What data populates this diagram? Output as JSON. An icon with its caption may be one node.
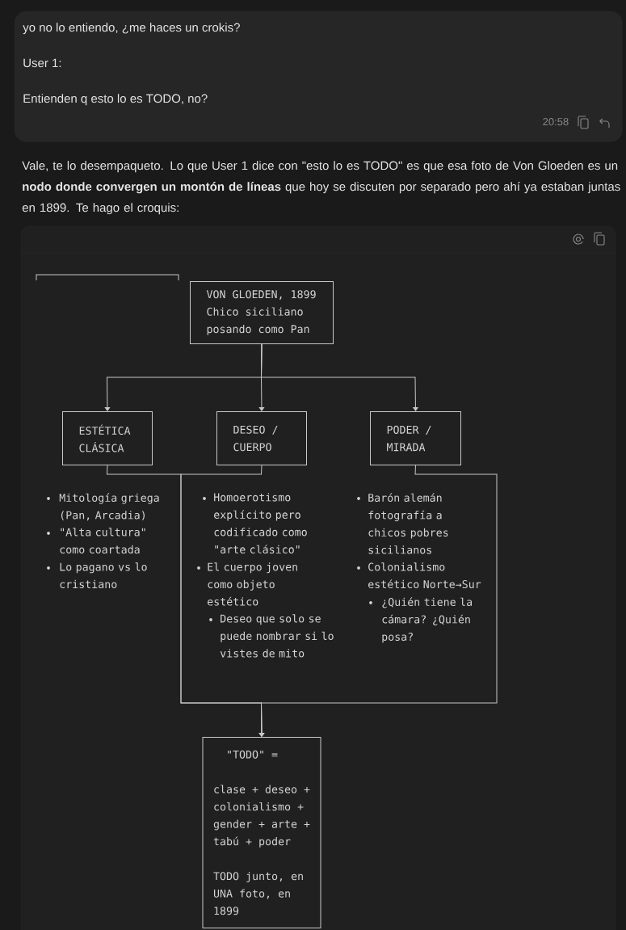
{
  "diagram": {
    "nodes": [
      {
        "text": [
          "yo no lo entiendo, ¿me haces un crokis?",
          "User 1:",
          "Entienden q esto lo es TODO, no?",
          "20:58"
        ]
      },
      {
        "text": [
          "VON GLOEDEN, 1899",
          "Chico siciliano posando como Pan"
        ]
      },
      {
        "text": [
          "ESTÉTICA CLÁSICA"
        ]
      },
      {
        "text": [
          "DESEO / CUERPO"
        ]
      },
      {
        "text": [
          "PODER / MIRADA"
        ]
      },
      {
        "text": [
          "\"TODO\" =",
          "clase + deseo + colonialismo + gender + arte + tabú + poder",
          "TODO junto, en UNA foto, en 1899"
        ]
      }
    ],
    "edges": [
      {
        "from": 1,
        "to": 2,
        "arrow": "to"
      },
      {
        "from": 1,
        "to": 3,
        "arrow": "to"
      },
      {
        "from": 1,
        "to": 4,
        "arrow": "to"
      },
      {
        "from": 2,
        "to": 5,
        "arrow": "to"
      },
      {
        "from": 3,
        "to": 5,
        "arrow": "to"
      },
      {
        "from": 4,
        "to": 5,
        "arrow": "to"
      }
    ],
    "labels": [
      "Vale, te lo desempaqueto. Lo que User 1 dice con \"esto lo es TODO\" es que esa foto de Von Gloeden es un **nodo donde convergen un montón de líneas** que hoy se discuten por separado pero ahí ya estaban juntas en 1899. Te hago el croquis:",
      "Mitología griega (Pan, Arcadia)",
      "\"Alta cultura\" como coartada",
      "Lo pagano vs lo cristiano",
      "Homoerotismo explícito pero codificado como \"arte clásico\"",
      "El cuerpo joven como objeto estético",
      "Deseo que solo se puede nombrar si lo vistes de mito",
      "Barón alemán fotografía a chicos pobres sicilianos",
      "Colonialismo estético Norte→Sur",
      "¿Quién tiene la cámara? ¿Quién posa?"
    ]
  }
}
